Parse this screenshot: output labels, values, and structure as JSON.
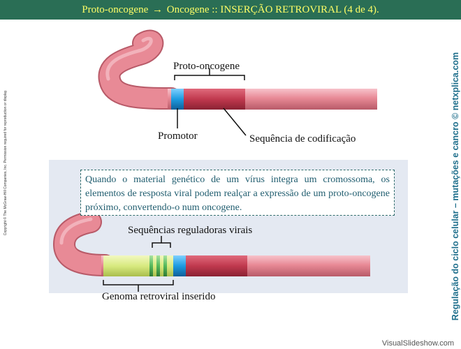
{
  "header": {
    "title_part1": "Proto-oncogene",
    "title_arrow": "→",
    "title_part2": "Oncogene :: INSERÇÃO RETROVIRAL (4 de 4)."
  },
  "copyright_text": "Copyright © The McGraw-Hill Companies, Inc. Permission required for reproduction or display.",
  "side_text": "Regulação do ciclo celular – mutações e cancro © netxplica.com",
  "top_diagram": {
    "proto_oncogene_label": "Proto-oncogene",
    "promotor_label": "Promotor",
    "coding_sequence_label": "Sequência de codificação"
  },
  "caption": "Quando o material genético de um vírus integra um cromossoma, os elementos de resposta viral podem realçar a expressão de um proto-oncogene próximo, convertendo-o num oncogene.",
  "bottom_diagram": {
    "viral_regulatory_label": "Sequências reguladoras virais",
    "retroviral_genome_label": "Genoma retroviral inserido"
  },
  "footer": "VisualSlideshow.com",
  "colors": {
    "title_bar": "#2a6e55",
    "title_text": "#ffff66",
    "dna_pink": "#e88a96",
    "coding_red": "#c0394e",
    "promotor_blue": "#1e9be0",
    "retroviral_yellow": "#d8ea80",
    "viral_green": "#55b85a",
    "panel_bg": "#e4e9f2",
    "side_text": "#1f6f8c"
  }
}
